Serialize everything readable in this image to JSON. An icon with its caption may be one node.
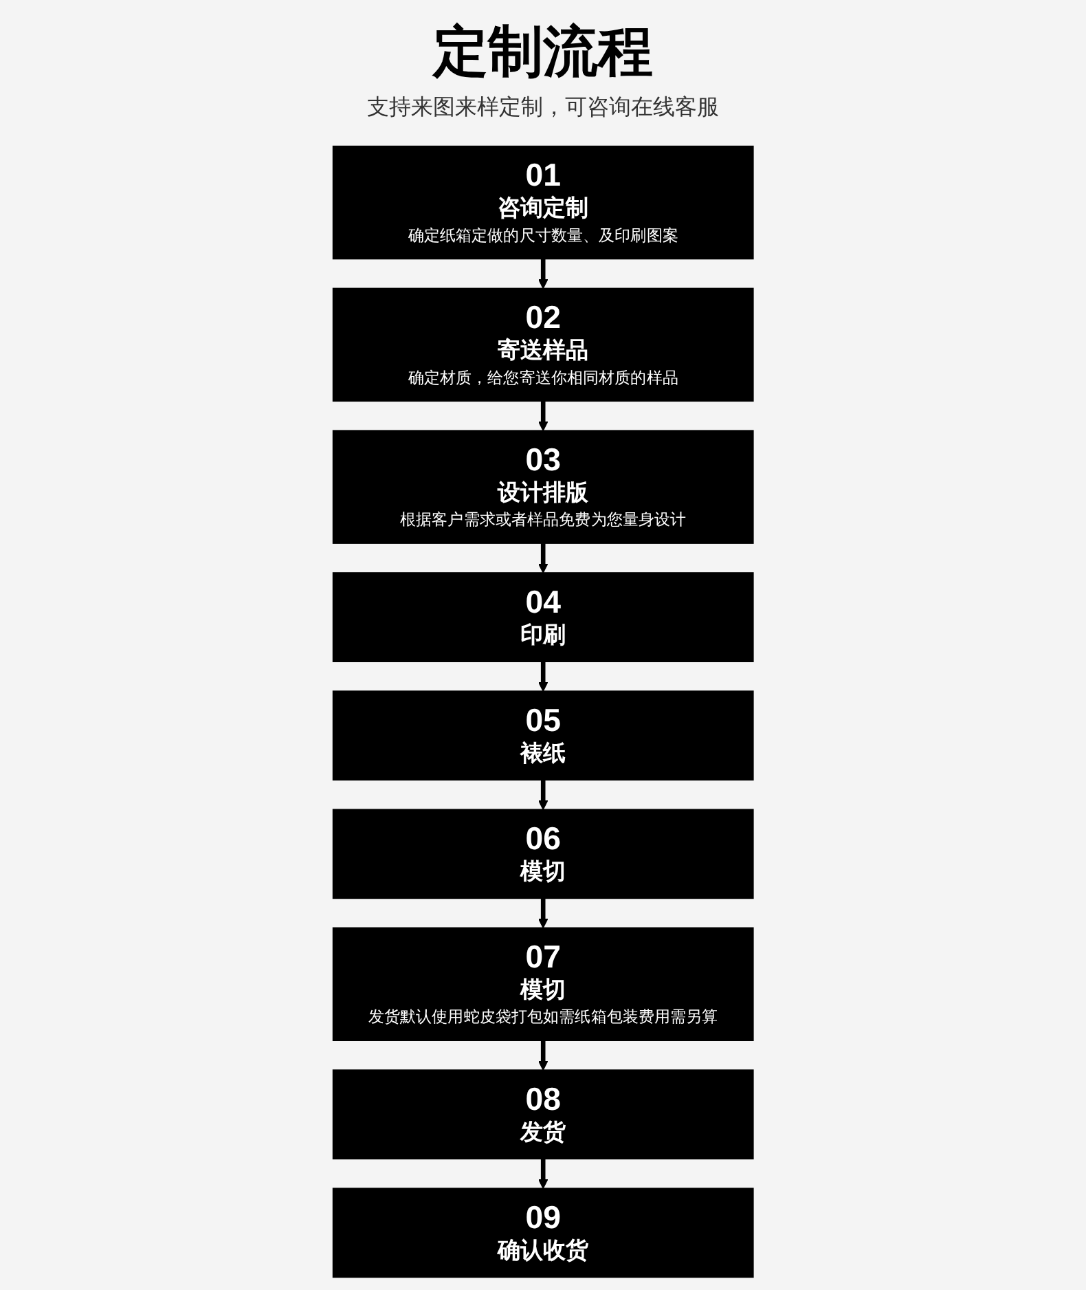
{
  "diagram": {
    "title": "定制流程",
    "nodes": [
      {
        "text": [
          "01",
          "咨询定制",
          "确定纸箱定做的尺寸数量、及印刷图案"
        ]
      },
      {
        "text": [
          "02",
          "寄送样品",
          "确定材质，给您寄送你相同材质的样品"
        ]
      },
      {
        "text": [
          "03",
          "设计排版",
          "根据客户需求或者样品免费为您量身设计"
        ]
      },
      {
        "text": [
          "04",
          "印刷"
        ]
      },
      {
        "text": [
          "05",
          "裱纸"
        ]
      },
      {
        "text": [
          "06",
          "模切"
        ]
      },
      {
        "text": [
          "07",
          "模切",
          "发货默认使用蛇皮袋打包如需纸箱包装费用需另算"
        ]
      },
      {
        "text": [
          "08",
          "发货"
        ]
      },
      {
        "text": [
          "09",
          "确认收货"
        ]
      }
    ],
    "edges": [
      {
        "from": 0,
        "to": 1,
        "arrow": "to"
      },
      {
        "from": 1,
        "to": 2,
        "arrow": "to"
      },
      {
        "from": 2,
        "to": 3,
        "arrow": "to"
      },
      {
        "from": 3,
        "to": 4,
        "arrow": "to"
      },
      {
        "from": 4,
        "to": 5,
        "arrow": "to"
      },
      {
        "from": 5,
        "to": 6,
        "arrow": "to"
      },
      {
        "from": 6,
        "to": 7,
        "arrow": "to"
      },
      {
        "from": 7,
        "to": 8,
        "arrow": "to"
      }
    ],
    "labels": [
      "支持来图来样定制，可咨询在线客服"
    ]
  }
}
